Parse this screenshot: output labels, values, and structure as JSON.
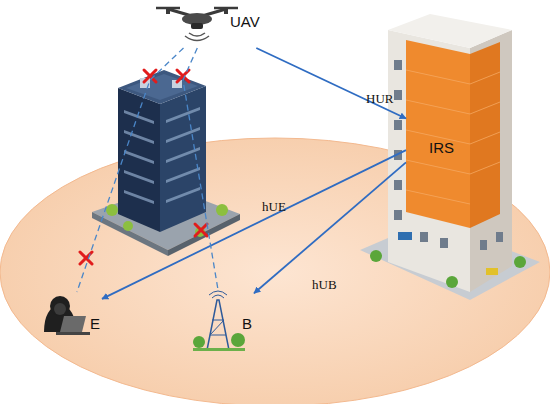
{
  "diagram": {
    "nodes": [
      {
        "text": [
          "UAV"
        ]
      },
      {
        "text": [
          "IRS"
        ]
      },
      {
        "text": [
          "E"
        ]
      },
      {
        "text": [
          "B"
        ]
      }
    ],
    "edges": [
      {
        "from": 0,
        "to": 1,
        "arrow": "to",
        "label": "HUR"
      },
      {
        "from": 1,
        "to": 2,
        "arrow": "to",
        "label": "hUE"
      },
      {
        "from": 1,
        "to": 3,
        "arrow": "to",
        "label": "hUB"
      },
      {
        "from": 0,
        "to": 2,
        "arrow": "none"
      },
      {
        "from": 0,
        "to": 3,
        "arrow": "none"
      }
    ]
  }
}
